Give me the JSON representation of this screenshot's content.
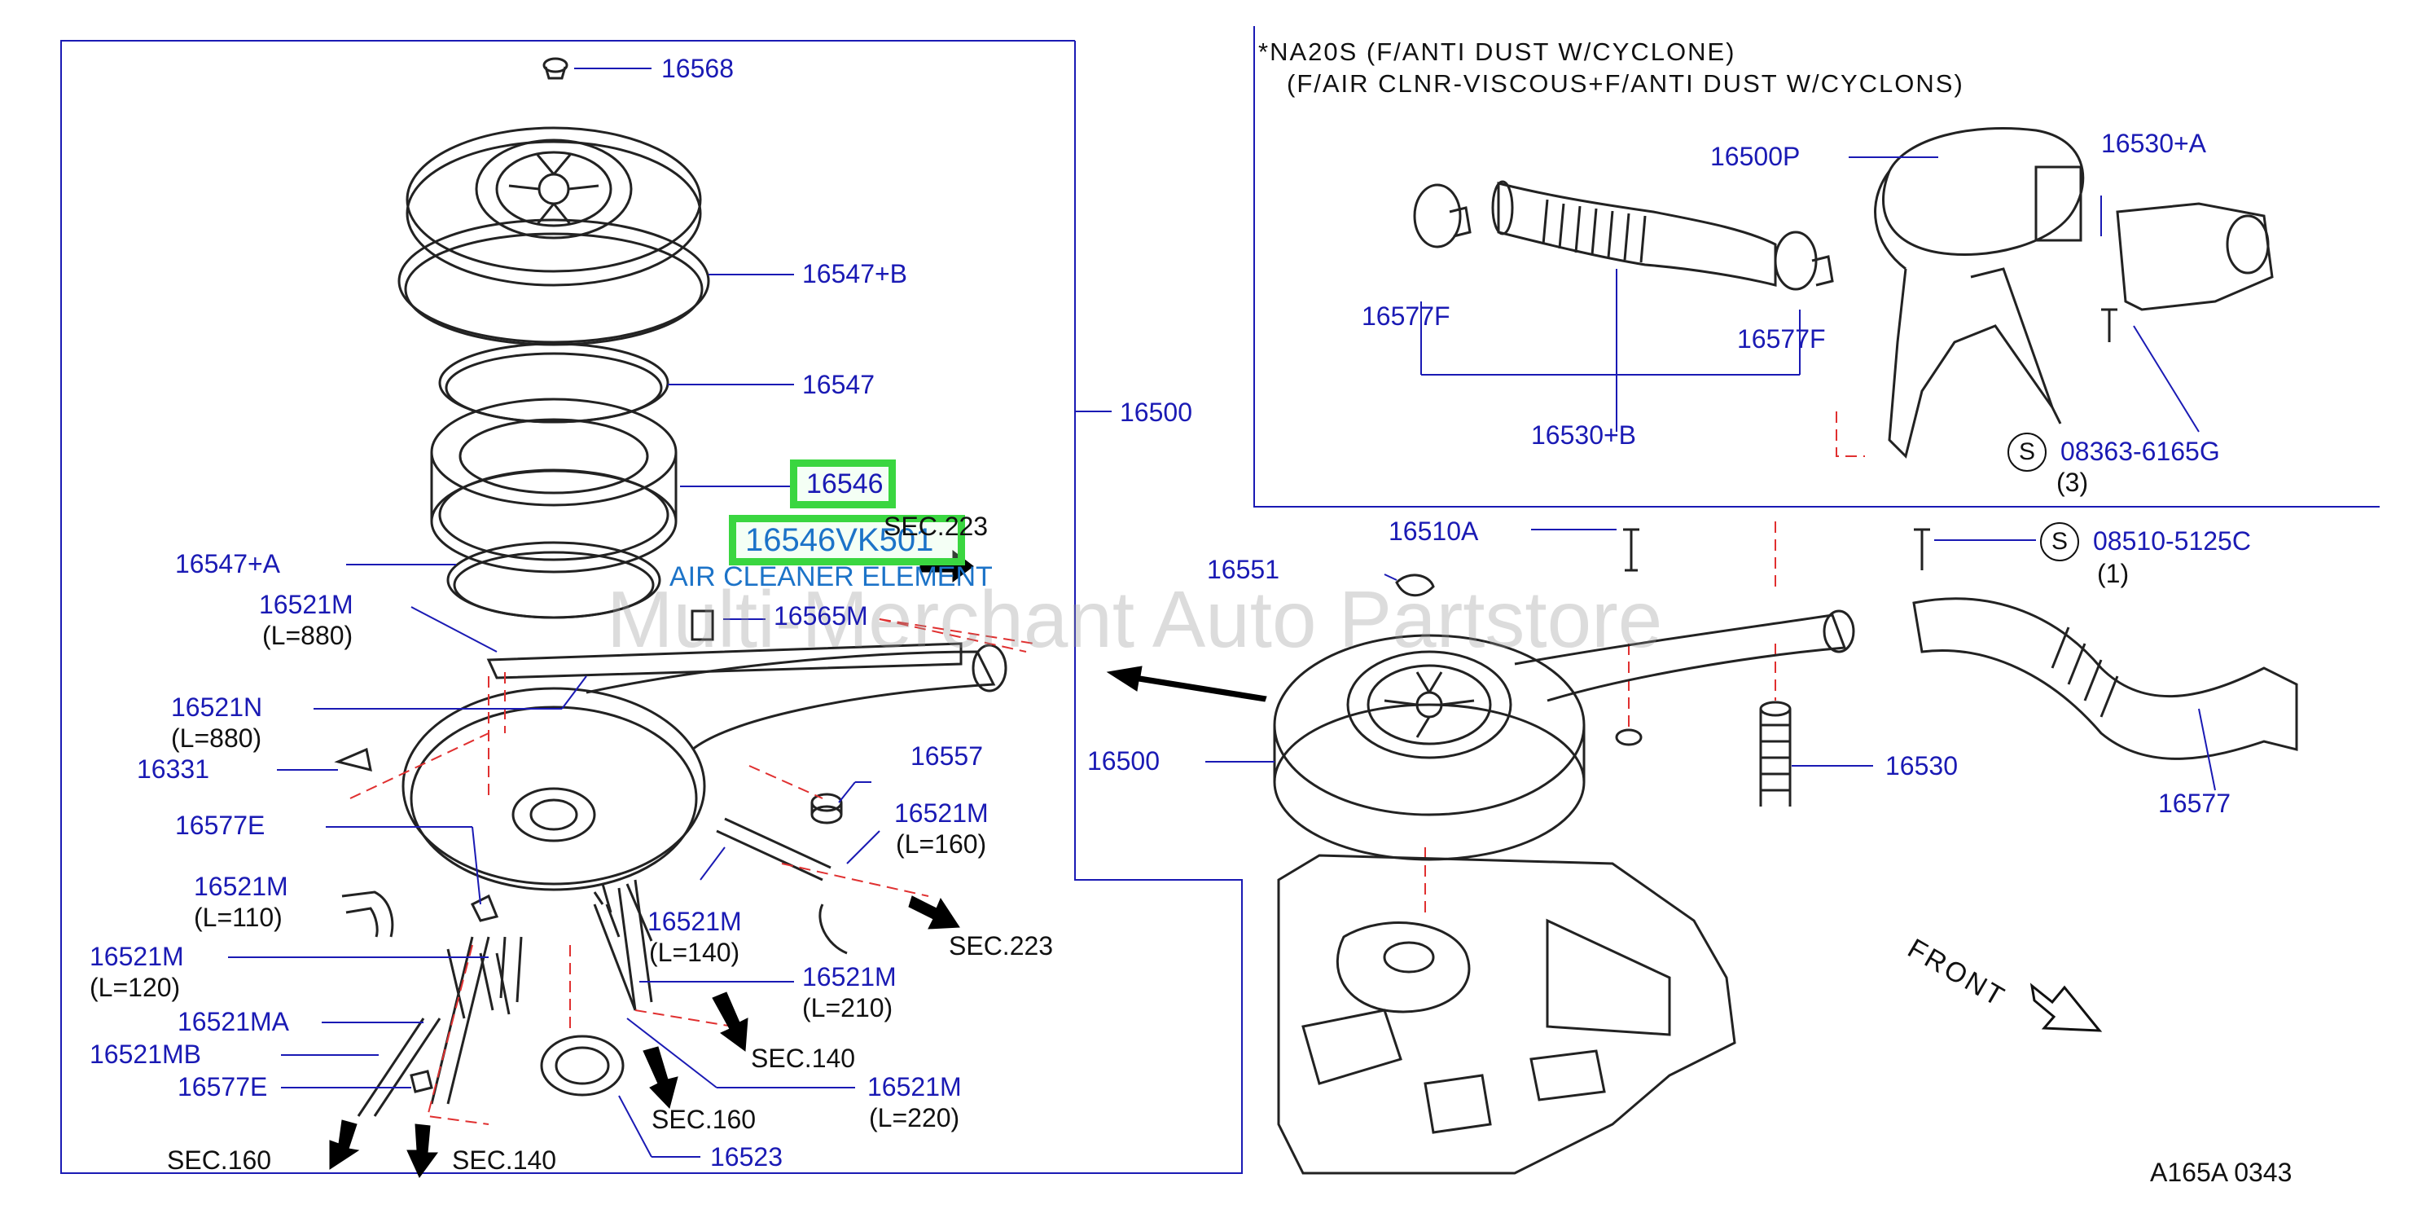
{
  "header_note": {
    "line1": "*NA20S   (F/ANTI   DUST   W/CYCLONE)",
    "line2": "(F/AIR   CLNR-VISCOUS+F/ANTI   DUST   W/CYCLONS)"
  },
  "highlight": {
    "part_16546": "16546",
    "part_16546VK": "16546VK501",
    "description": "AIR CLEANER ELEMENT"
  },
  "parts": {
    "p16568": "16568",
    "p16547B": "16547+B",
    "p16547": "16547",
    "p16500_bracket": "16500",
    "p16547A": "16547+A",
    "p16521M_880": "16521M",
    "l880a": "(L=880)",
    "p16565M": "16565M",
    "p16521N": "16521N",
    "l880b": "(L=880)",
    "p16331": "16331",
    "p16557": "16557",
    "p16577E_a": "16577E",
    "p16521M_160": "16521M",
    "l160": "(L=160)",
    "p16521M_110": "16521M",
    "l110": "(L=110)",
    "p16521M_140": "16521M",
    "l140": "(L=140)",
    "p16521M_120": "16521M",
    "l120": "(L=120)",
    "p16521M_210": "16521M",
    "l210": "(L=210)",
    "p16521MA": "16521MA",
    "p16521MB": "16521MB",
    "p16577E_b": "16577E",
    "p16521M_220": "16521M",
    "l220": "(L=220)",
    "p16523": "16523",
    "p16500P": "16500P",
    "p16530A": "16530+A",
    "p16577F_a": "16577F",
    "p16577F_b": "16577F",
    "p16530B": "16530+B",
    "p08363": "08363-6165G",
    "q3": "(3)",
    "p16510A": "16510A",
    "p16551": "16551",
    "p08510": "08510-5125C",
    "q1": "(1)",
    "p16500_main": "16500",
    "p16530": "16530",
    "p16577": "16577"
  },
  "sections": {
    "s223a": "SEC.223",
    "s223b": "SEC.223",
    "s140a": "SEC.140",
    "s160a": "SEC.160",
    "s160b": "SEC.160",
    "s140b": "SEC.140"
  },
  "symbols": {
    "s1": "S",
    "s2": "S"
  },
  "front_label": "FRONT",
  "diagram_code": "A165A  0343",
  "watermark": "Multi-Merchant Auto Partstore",
  "colors": {
    "part_number": "#1a1ab4",
    "highlight_box": "#3ad640",
    "highlight_text": "#1c73c8",
    "leader_dash": "#e03030"
  }
}
